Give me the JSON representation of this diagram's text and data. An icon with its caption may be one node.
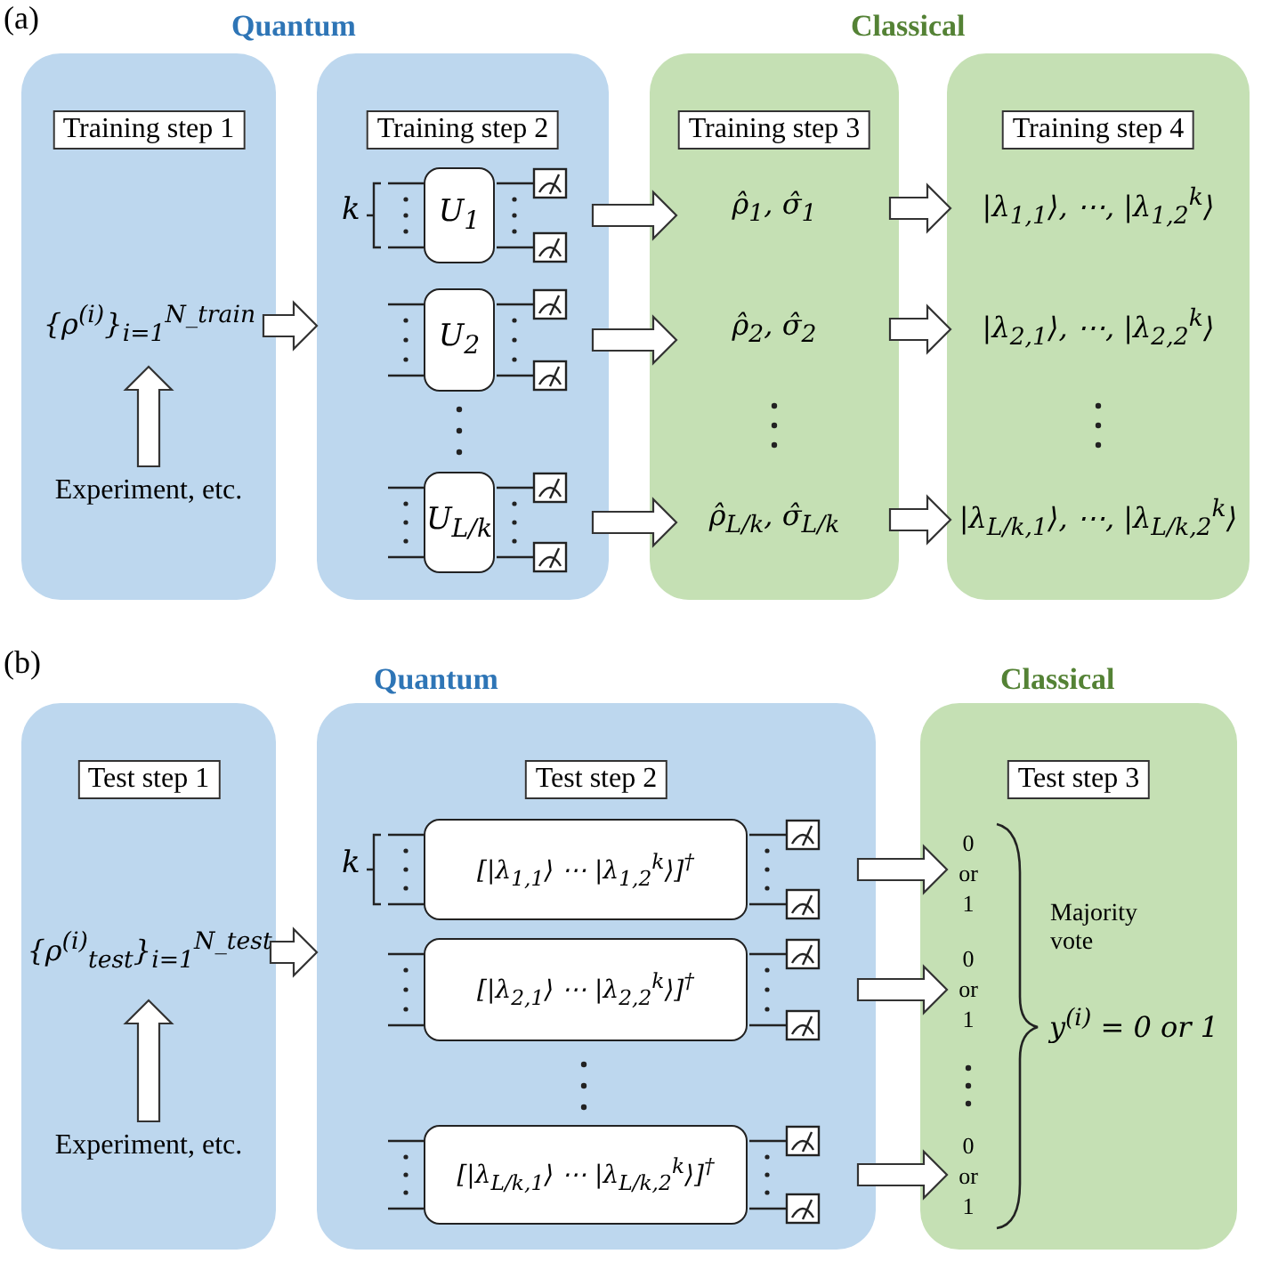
{
  "diagram": {
    "nodes": [
      {
        "text": [
          "Training step 1"
        ]
      },
      {
        "text": [
          "{ρ$^{(i)}$}$_{i=1}$$^{N_train}$"
        ],
        "in": 0
      },
      {
        "text": [
          "Experiment, etc."
        ],
        "in": 0
      },
      {
        "text": [
          "Training step 2"
        ]
      },
      {
        "text": [
          "U$_{1}$"
        ],
        "in": 3
      },
      {
        "text": [
          "U$_{2}$"
        ],
        "in": 3
      },
      {
        "text": [
          "U$_{L/k}$"
        ],
        "in": 3
      },
      {
        "text": [
          "Training step 3"
        ]
      },
      {
        "text": [
          "ρ̂$_{1}$,  σ̂$_{1}$"
        ],
        "in": 7
      },
      {
        "text": [
          "ρ̂$_{2}$,  σ̂$_{2}$"
        ],
        "in": 7
      },
      {
        "text": [
          "ρ̂$_{L/k}$,  σ̂$_{L/k}$"
        ],
        "in": 7
      },
      {
        "text": [
          "Training step 4"
        ]
      },
      {
        "text": [
          "|λ$_{1,1}$⟩, ⋯, |λ$_{1,2}$$^{k}$⟩"
        ],
        "in": 11
      },
      {
        "text": [
          "|λ$_{2,1}$⟩, ⋯, |λ$_{2,2}$$^{k}$⟩"
        ],
        "in": 11
      },
      {
        "text": [
          "|λ$_{L/k,1}$⟩, ⋯, |λ$_{L/k,2}$$^{k}$⟩"
        ],
        "in": 11
      },
      {
        "text": [
          "Test step 1"
        ]
      },
      {
        "text": [
          "{ρ$^{(i)}$$_{test}$}$_{i=1}$$^{N_test}$"
        ],
        "in": 15
      },
      {
        "text": [
          "Experiment, etc."
        ],
        "in": 15
      },
      {
        "text": [
          "Test step 2"
        ]
      },
      {
        "text": [
          "[|λ$_{1,1}$⟩ ⋯ |λ$_{1,2}$$^{k}$⟩]$^{†}$"
        ],
        "in": 18
      },
      {
        "text": [
          "[|λ$_{2,1}$⟩ ⋯ |λ$_{2,2}$$^{k}$⟩]$^{†}$"
        ],
        "in": 18
      },
      {
        "text": [
          "[|λ$_{L/k,1}$⟩ ⋯ |λ$_{L/k,2}$$^{k}$⟩]$^{†}$"
        ],
        "in": 18
      },
      {
        "text": [
          "Test step 3"
        ]
      },
      {
        "text": [
          "0 or 1"
        ],
        "in": 22
      },
      {
        "text": [
          "0 or 1"
        ],
        "in": 22
      },
      {
        "text": [
          "0 or 1"
        ],
        "in": 22
      },
      {
        "text": [
          "y$^{(i)}$ = 0 or 1"
        ],
        "in": 22
      }
    ],
    "edges": [
      {
        "from": 2,
        "to": 1,
        "arrow": "to"
      },
      {
        "from": 1,
        "to": 3,
        "arrow": "to"
      },
      {
        "from": 4,
        "to": 8,
        "arrow": "to"
      },
      {
        "from": 5,
        "to": 9,
        "arrow": "to"
      },
      {
        "from": 6,
        "to": 10,
        "arrow": "to"
      },
      {
        "from": 8,
        "to": 12,
        "arrow": "to"
      },
      {
        "from": 9,
        "to": 13,
        "arrow": "to"
      },
      {
        "from": 10,
        "to": 14,
        "arrow": "to"
      },
      {
        "from": 17,
        "to": 16,
        "arrow": "to"
      },
      {
        "from": 16,
        "to": 18,
        "arrow": "to"
      },
      {
        "from": 19,
        "to": 23,
        "arrow": "to"
      },
      {
        "from": 20,
        "to": 24,
        "arrow": "to"
      },
      {
        "from": 21,
        "to": 25,
        "arrow": "to"
      }
    ],
    "labels": [
      "(a)",
      "Quantum",
      "Classical",
      "k",
      "(b)",
      "Quantum",
      "Classical",
      "k",
      "Majority vote"
    ]
  }
}
